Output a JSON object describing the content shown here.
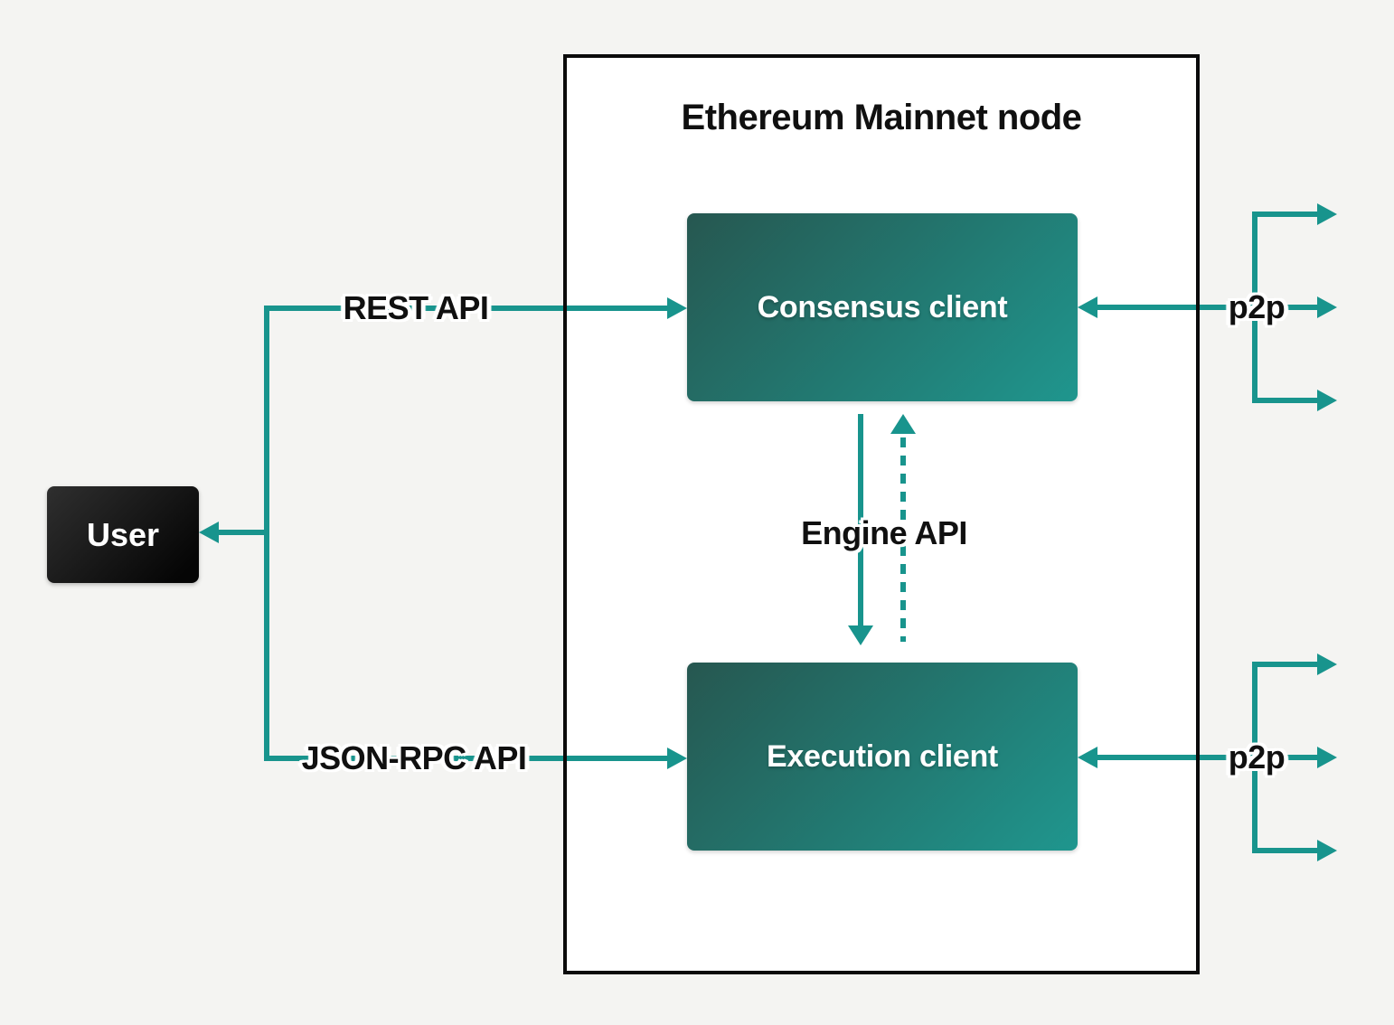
{
  "colors": {
    "teal": "#18948d",
    "canvas-bg": "#f4f4f2",
    "node-bg": "#ffffff",
    "node-border": "#0b0b0b",
    "client-grad-start": "#265750",
    "client-grad-end": "#1f968e",
    "user-grad-start": "#2f2f2f",
    "user-grad-end": "#050505",
    "label-color": "#101010"
  },
  "node": {
    "title": "Ethereum Mainnet node"
  },
  "boxes": {
    "user": {
      "label": "User"
    },
    "consensus": {
      "label": "Consensus client"
    },
    "execution": {
      "label": "Execution client"
    }
  },
  "edges": {
    "rest_api": {
      "label": "REST API"
    },
    "json_rpc": {
      "label": "JSON-RPC API"
    },
    "engine_api": {
      "label": "Engine API"
    },
    "p2p_top": {
      "label": "p2p"
    },
    "p2p_bottom": {
      "label": "p2p"
    }
  }
}
